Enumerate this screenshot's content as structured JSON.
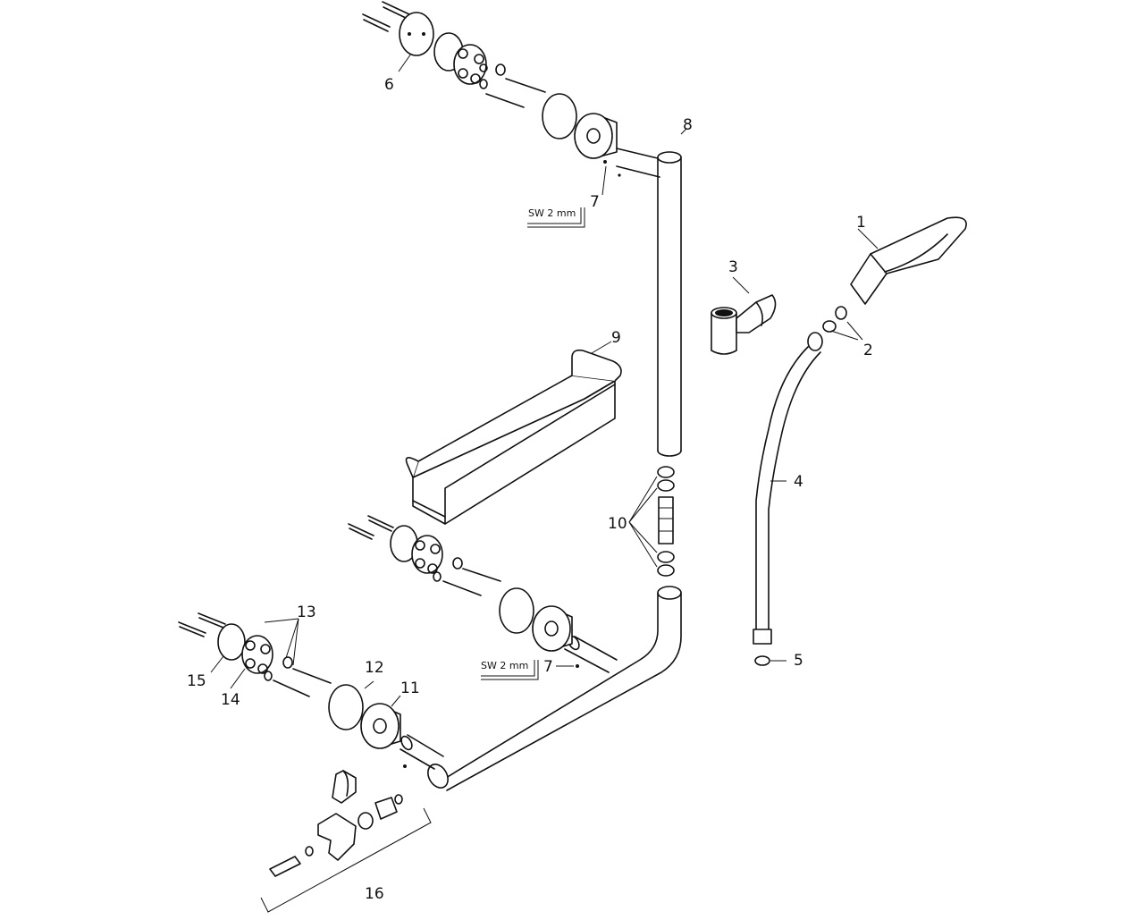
{
  "callouts": {
    "c1": "1",
    "c2": "2",
    "c3": "3",
    "c4": "4",
    "c5": "5",
    "c6": "6",
    "c7a": "7",
    "c7b": "7",
    "c8": "8",
    "c9": "9",
    "c10": "10",
    "c11": "11",
    "c12": "12",
    "c13": "13",
    "c14": "14",
    "c15": "15",
    "c16": "16"
  },
  "tool_labels": {
    "top": "SW 2 mm",
    "bottom": "SW 2 mm"
  }
}
